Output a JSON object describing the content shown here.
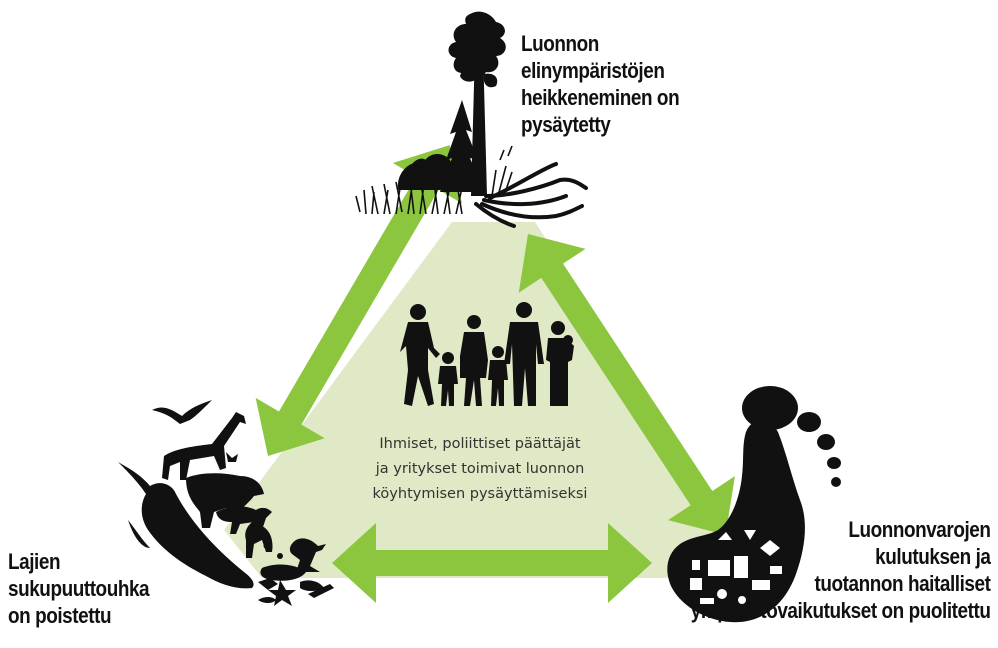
{
  "colors": {
    "triangle_fill": "#dfe9c5",
    "arrow_green": "#8cc63f",
    "silhouette": "#111111"
  },
  "nodes": {
    "top": {
      "icon": "tree-forest-icon",
      "label_lines": [
        "Luonnon",
        "elinympäristöjen",
        "heikkeneminen on",
        "pysäytetty"
      ]
    },
    "left": {
      "icon": "animals-icon",
      "label_lines": [
        "Lajien",
        "sukupuuttouhka",
        "on poistettu"
      ]
    },
    "right": {
      "icon": "footprint-icon",
      "label_lines": [
        "Luonnonvarojen",
        "kulutuksen ja",
        "tuotannon haitalliset",
        "ympäristövaikutukset on puolitettu"
      ]
    }
  },
  "center": {
    "icon": "people-family-icon",
    "text_lines": [
      "Ihmiset, poliittiset päättäjät",
      "ja yritykset toimivat luonnon",
      "köyhtymisen pysäyttämiseksi"
    ]
  }
}
